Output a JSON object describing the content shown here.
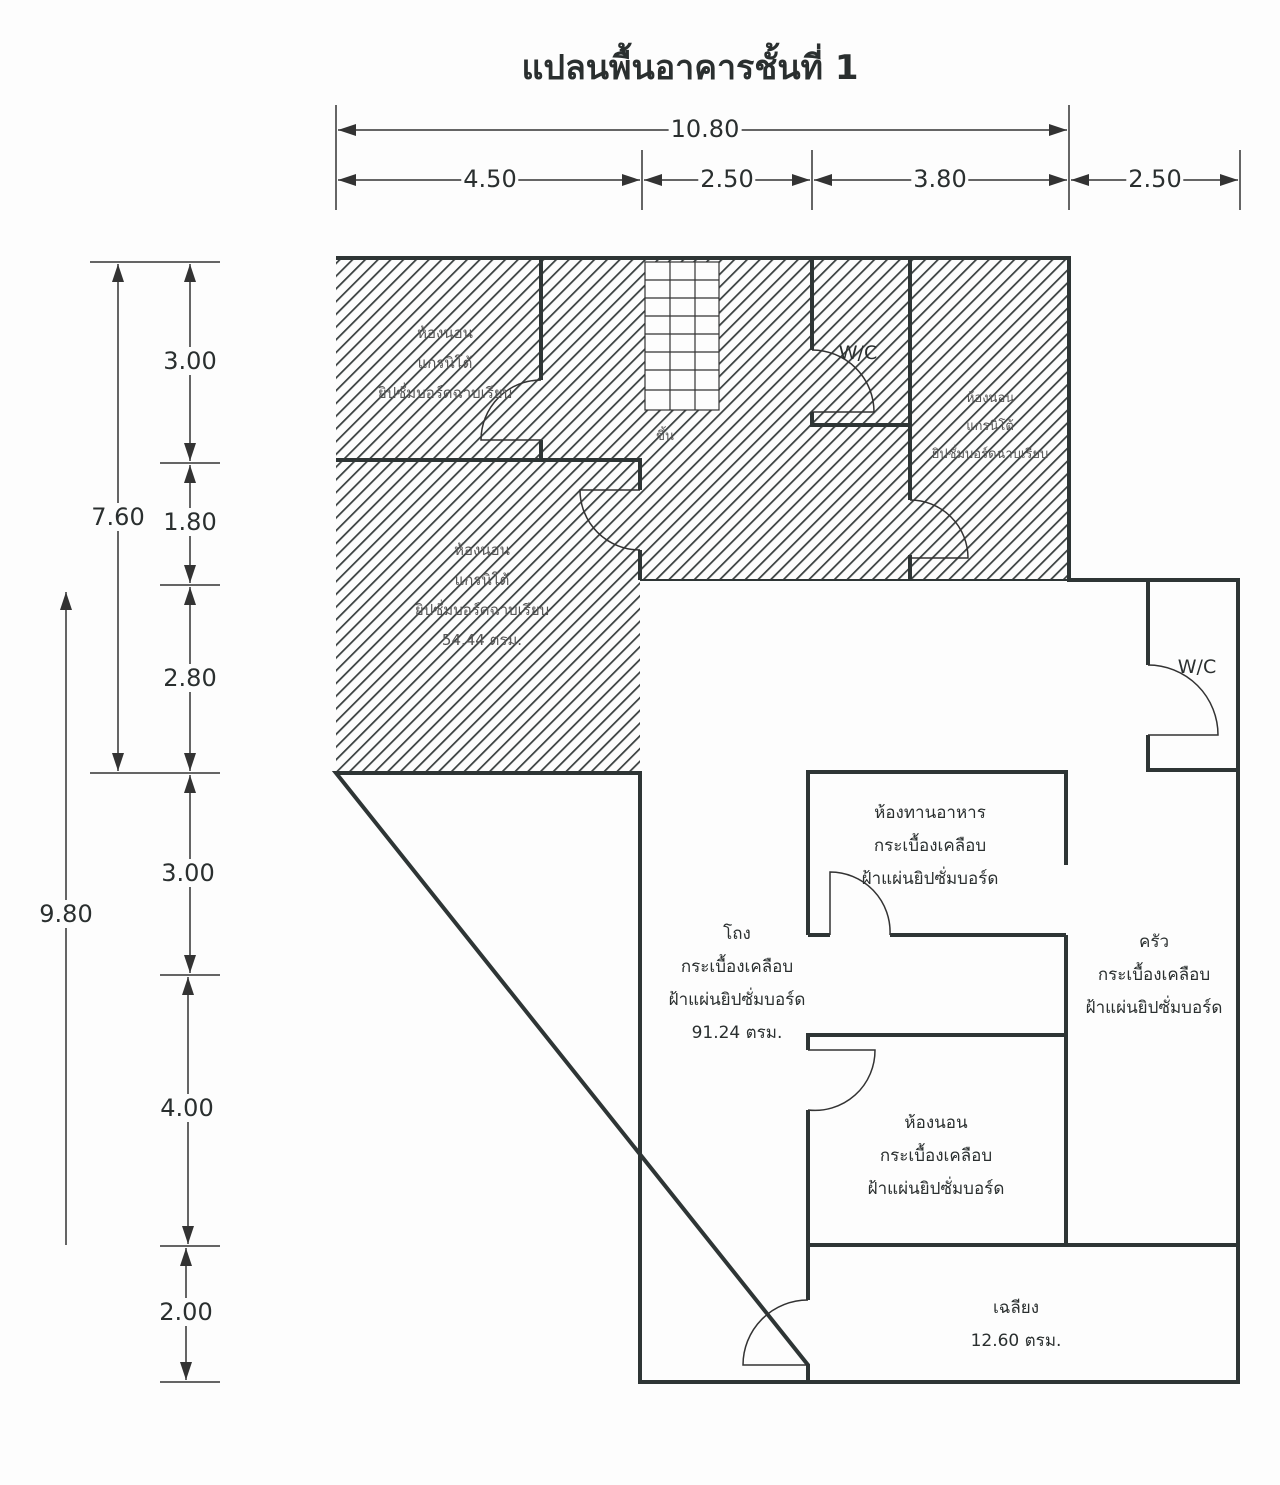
{
  "title": "แปลนพื้นอาคารชั้นที่ 1",
  "dims_top": {
    "total": "10.80",
    "a": "4.50",
    "b": "2.50",
    "c": "3.80",
    "d": "2.50"
  },
  "dims_left": {
    "outer1": "7.60",
    "outer2": "9.80",
    "s1": "3.00",
    "s2": "1.80",
    "s3": "2.80",
    "s4": "3.00",
    "s5": "4.00",
    "s6": "2.00"
  },
  "rooms": {
    "bed1": {
      "l1": "ห้องนอน",
      "l2": "แกรนิโต้",
      "l3": "ยิปซั่มบอร์ดฉาบเรียบ"
    },
    "bed2": {
      "l1": "ห้องนอน",
      "l2": "แกรนิโต้",
      "l3": "ยิปซั่มบอร์ดฉาบเรียบ",
      "area": "54.44 ตรม."
    },
    "bed3": {
      "l1": "ห้องนอน",
      "l2": "แกรนิโต้",
      "l3": "ยิปซั่มบอร์ดฉาบเรียบ"
    },
    "stair": "ขึ้น",
    "wc1": "W/C",
    "wc2": "W/C",
    "dining": {
      "l1": "ห้องทานอาหาร",
      "l2": "กระเบื้องเคลือบ",
      "l3": "ฝ้าแผ่นยิปซั่มบอร์ด"
    },
    "hall": {
      "l1": "โถง",
      "l2": "กระเบื้องเคลือบ",
      "l3": "ฝ้าแผ่นยิปซั่มบอร์ด",
      "area": "91.24 ตรม."
    },
    "kitchen": {
      "l1": "ครัว",
      "l2": "กระเบื้องเคลือบ",
      "l3": "ฝ้าแผ่นยิปซั่มบอร์ด"
    },
    "bed4": {
      "l1": "ห้องนอน",
      "l2": "กระเบื้องเคลือบ",
      "l3": "ฝ้าแผ่นยิปซั่มบอร์ด"
    },
    "terrace": {
      "l1": "เฉลียง",
      "area": "12.60 ตรม."
    }
  }
}
